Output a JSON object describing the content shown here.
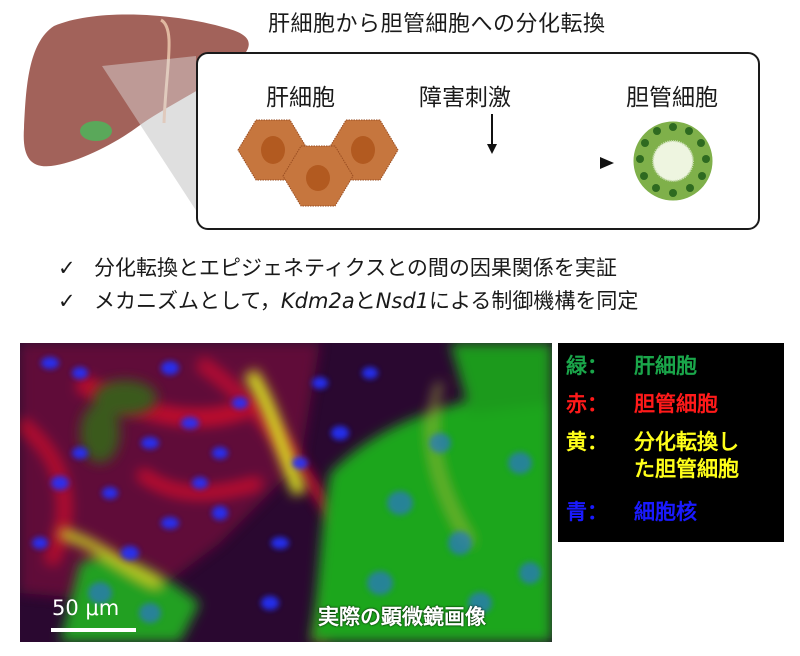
{
  "title": "肝細胞から胆管細胞への分化転換",
  "diagram": {
    "hepatocyte_label": "肝細胞",
    "stimulus_label": "障害刺激",
    "cholangiocyte_label": "胆管細胞",
    "icons": [
      "liver-icon",
      "hepatocyte-cells-icon",
      "arrow-icon",
      "bile-duct-icon"
    ]
  },
  "bullets": [
    {
      "check": "✓",
      "text": "分化転換とエピジェネティクスとの間の因果関係を実証"
    },
    {
      "check": "✓",
      "pre": "メカニズムとして，",
      "gene1": "Kdm2a",
      "mid": "と",
      "gene2": "Nsd1",
      "post": "による制御機構を同定"
    }
  ],
  "microscope": {
    "scale_label": "50 μm",
    "caption": "実際の顕微鏡画像"
  },
  "legend": {
    "items": [
      {
        "key": "緑：",
        "value": "肝細胞",
        "color": "#1aa64a"
      },
      {
        "key": "赤：",
        "value": "胆管細胞",
        "color": "#ff1a1a"
      },
      {
        "key": "黄：",
        "value": "分化転換した胆管細胞",
        "value_line1": "分化転換し",
        "value_line2": "た胆管細胞",
        "color": "#ffff1a"
      },
      {
        "key": "青：",
        "value": "細胞核",
        "color": "#1a1aff"
      }
    ]
  }
}
